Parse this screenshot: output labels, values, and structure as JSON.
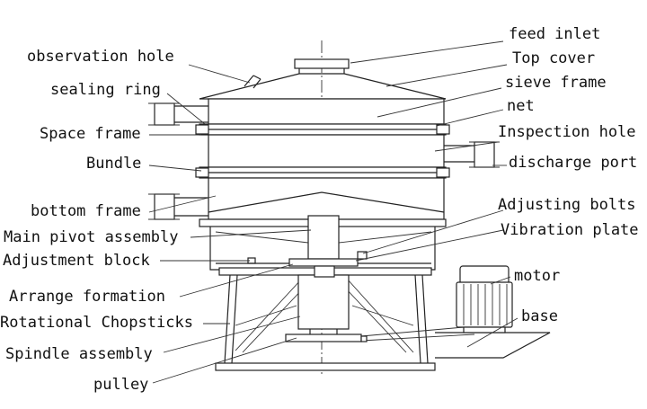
{
  "labels": {
    "left": [
      {
        "key": "observation_hole",
        "text": "observation hole"
      },
      {
        "key": "sealing_ring",
        "text": "sealing ring"
      },
      {
        "key": "space_frame",
        "text": "Space frame"
      },
      {
        "key": "bundle",
        "text": "Bundle"
      },
      {
        "key": "bottom_frame",
        "text": "bottom frame"
      },
      {
        "key": "main_pivot_assembly",
        "text": "Main pivot assembly"
      },
      {
        "key": "adjustment_block",
        "text": "Adjustment block"
      },
      {
        "key": "arrange_formation",
        "text": "Arrange formation"
      },
      {
        "key": "rotational_chopsticks",
        "text": "Rotational Chopsticks"
      },
      {
        "key": "spindle_assembly",
        "text": "Spindle assembly"
      },
      {
        "key": "pulley",
        "text": "pulley"
      }
    ],
    "right": [
      {
        "key": "feed_inlet",
        "text": "feed inlet"
      },
      {
        "key": "top_cover",
        "text": "Top cover"
      },
      {
        "key": "sieve_frame",
        "text": "sieve frame"
      },
      {
        "key": "net",
        "text": "net"
      },
      {
        "key": "inspection_hole",
        "text": "Inspection hole"
      },
      {
        "key": "discharge_port",
        "text": "discharge port"
      },
      {
        "key": "adjusting_bolts",
        "text": "Adjusting bolts"
      },
      {
        "key": "vibration_plate",
        "text": "Vibration plate"
      },
      {
        "key": "motor",
        "text": "motor"
      },
      {
        "key": "base",
        "text": "base"
      }
    ]
  }
}
